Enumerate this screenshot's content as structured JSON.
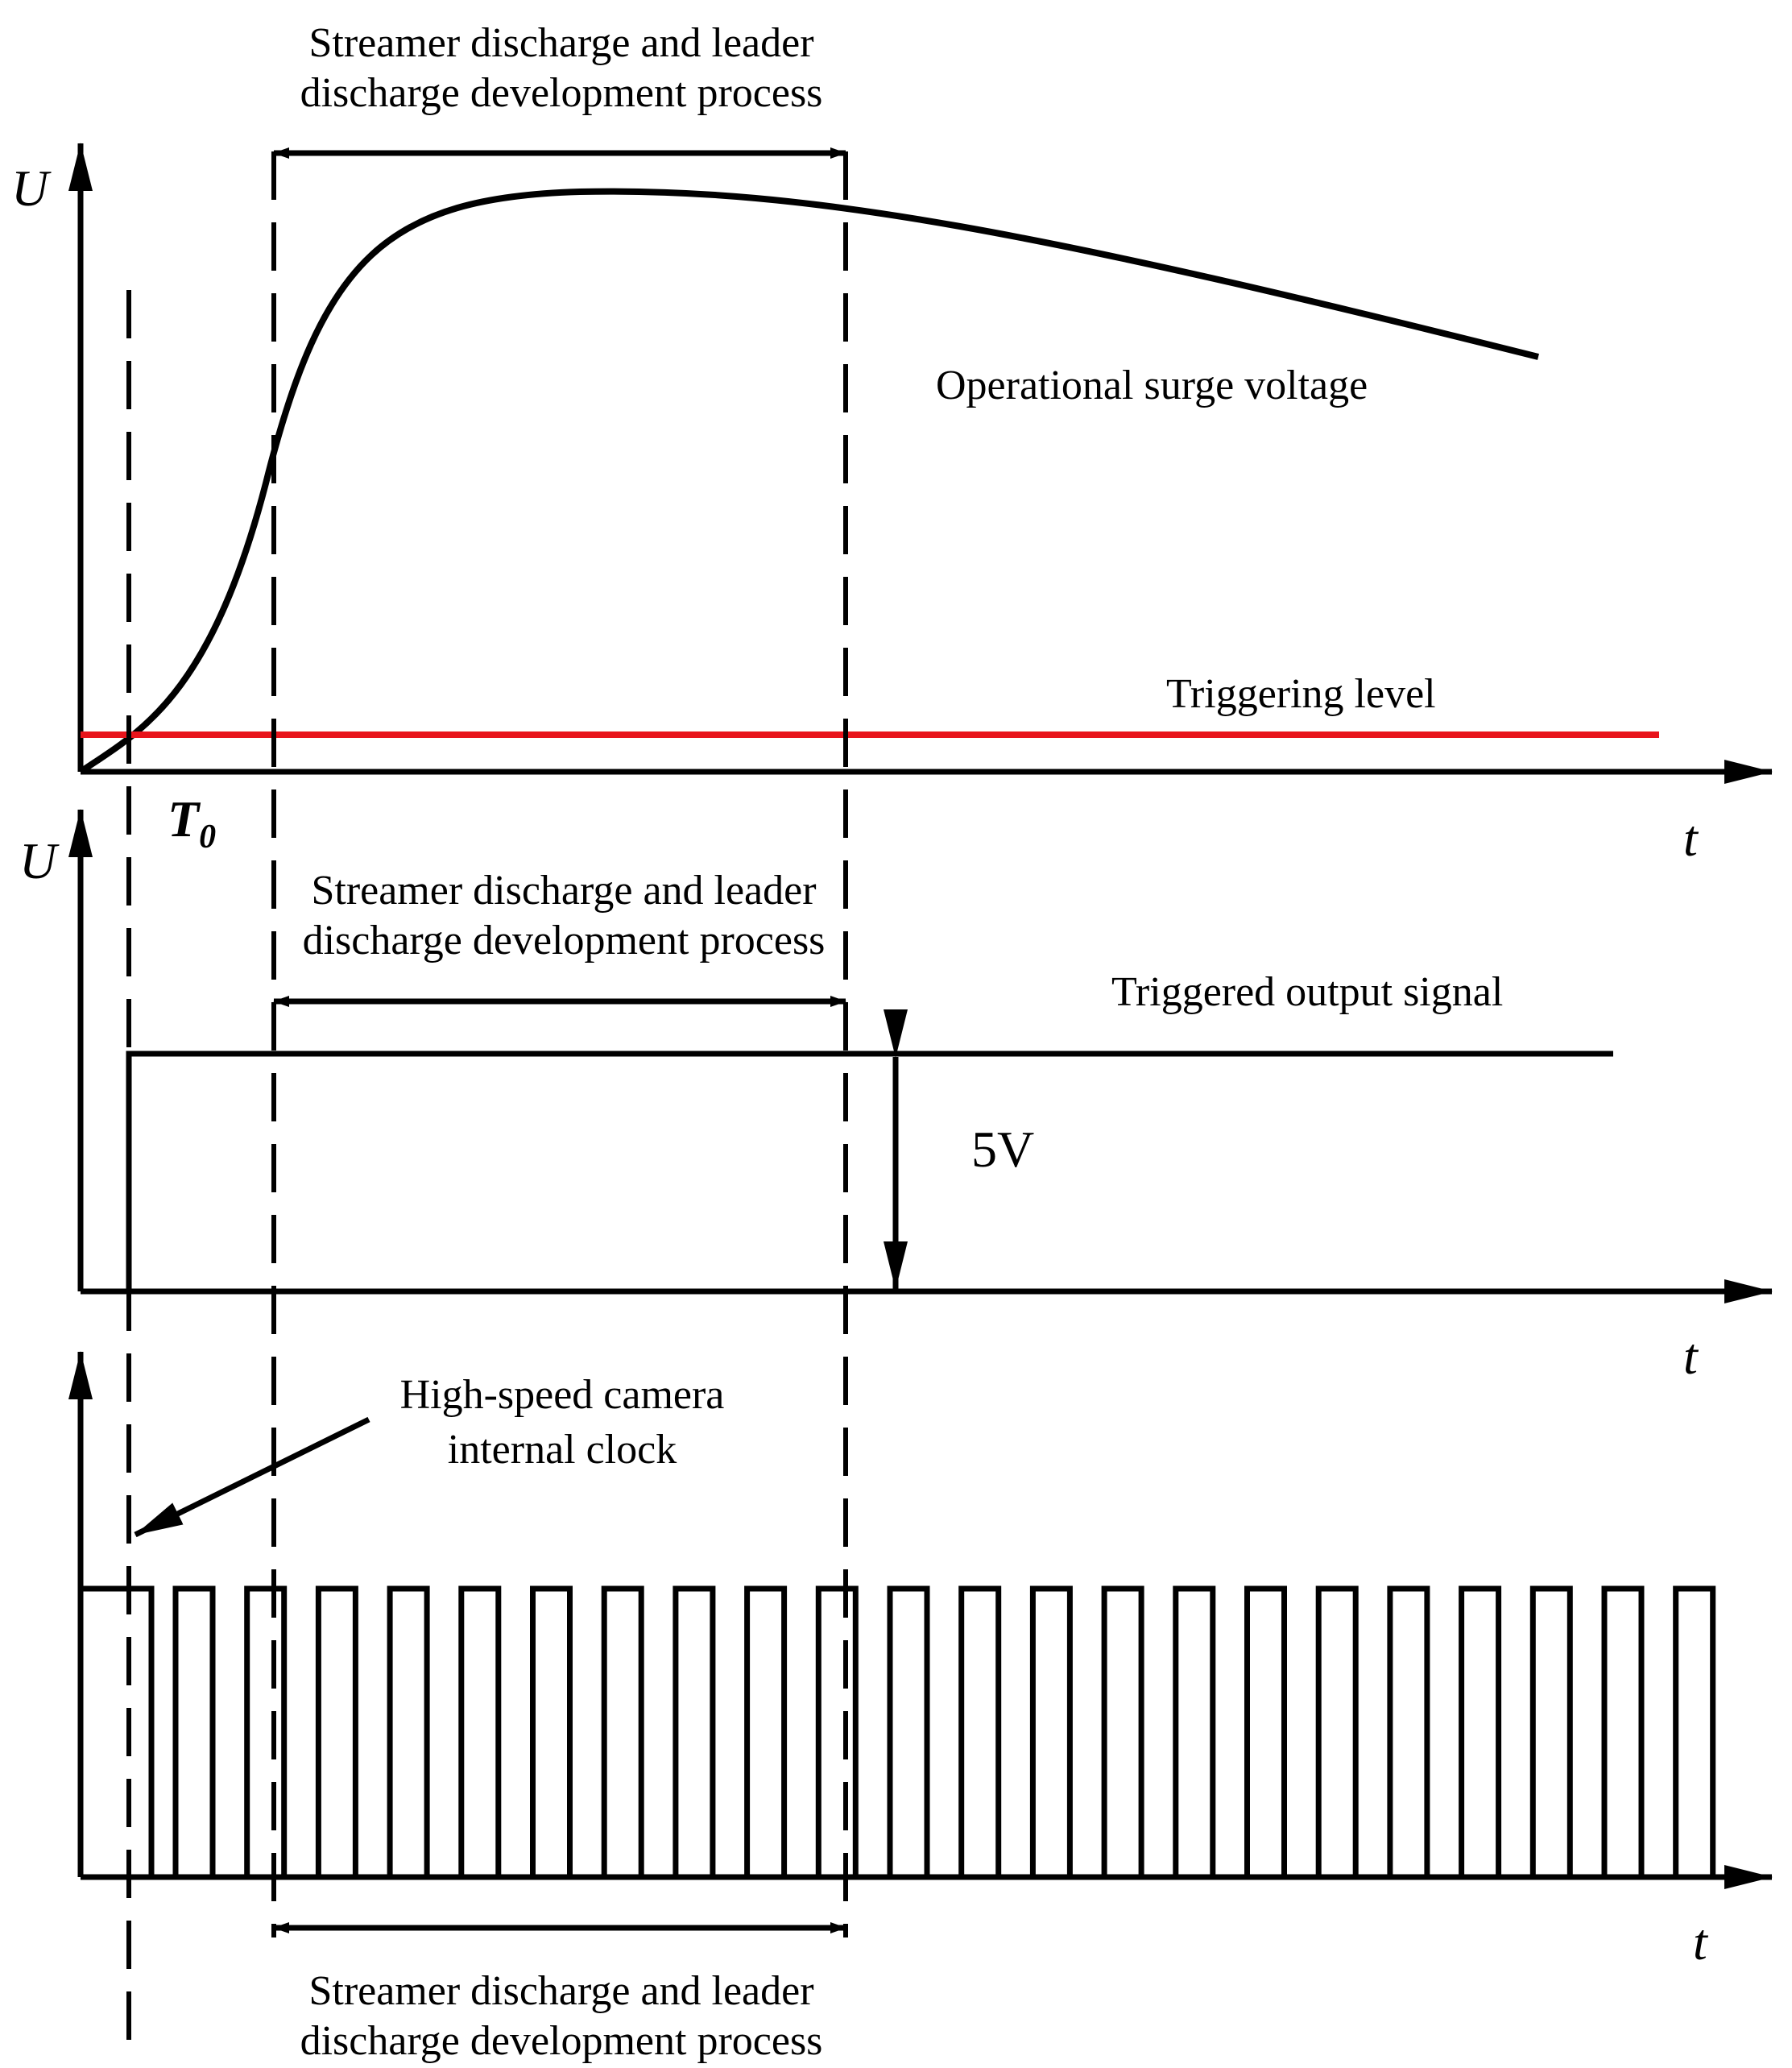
{
  "labels": {
    "process_line1": "Streamer discharge and leader",
    "process_line2": "discharge development process",
    "operational_surge": "Operational surge voltage",
    "triggering_level": "Triggering level",
    "triggered_output": "Triggered output signal",
    "amplitude": "5V",
    "camera_line1": "High-speed camera",
    "camera_line2": "internal clock",
    "y_axis_top": "U",
    "y_axis_mid": "U",
    "x_axis": "t",
    "t0_main": "T",
    "t0_sub": "0"
  },
  "colors": {
    "triggering_level": "#e8141b",
    "ink": "#000000"
  },
  "clock": {
    "pulse_count": 23
  }
}
